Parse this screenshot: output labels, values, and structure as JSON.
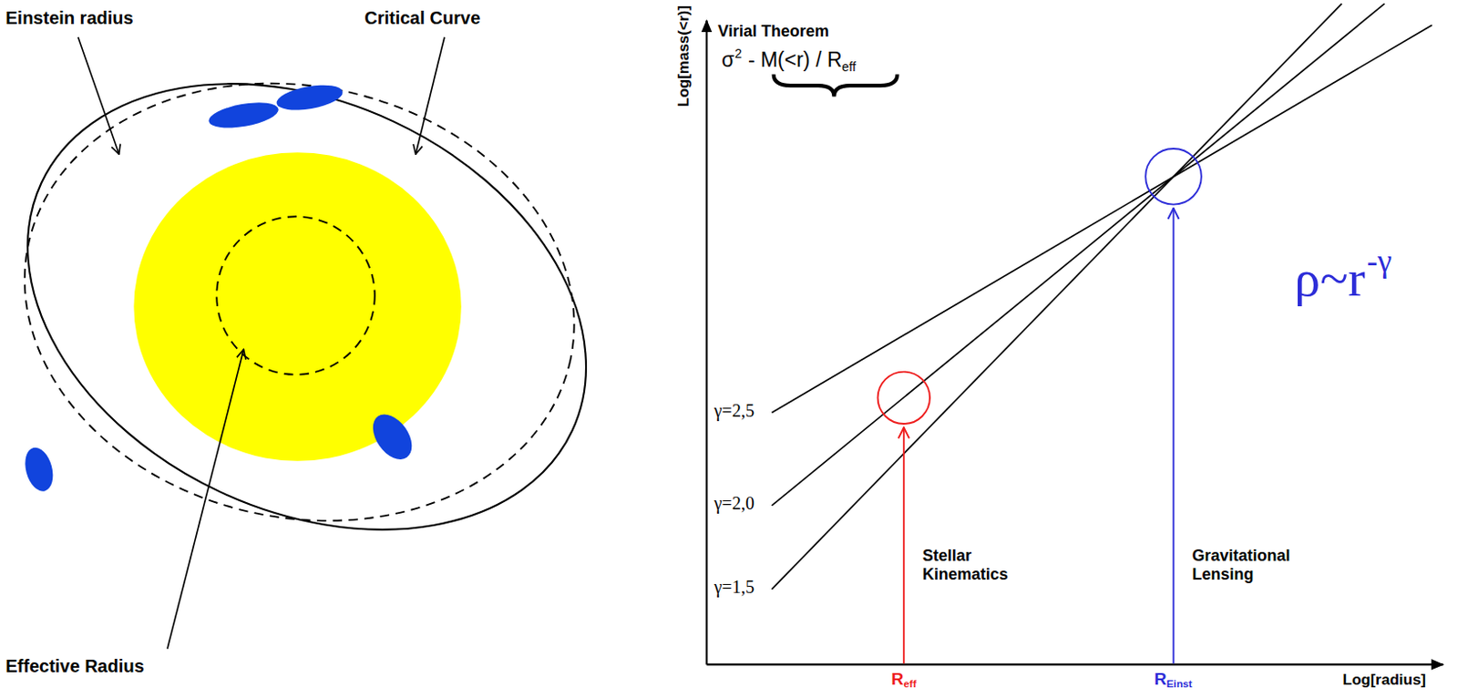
{
  "diagram": {
    "labels": [
      "Einstein radius",
      "Critical Curve",
      "Effective Radius",
      "Log[mass(<r)]",
      "Virial Theorem",
      "σ",
      "2",
      "- M(<r) / R",
      "eff",
      "γ=2,5",
      "γ=2,0",
      "γ=1,5",
      "Stellar Kinematics",
      "Gravitational Lensing",
      "R",
      "eff",
      "R",
      "Einst",
      "Log[radius]",
      "ρ~r",
      "-γ"
    ]
  }
}
